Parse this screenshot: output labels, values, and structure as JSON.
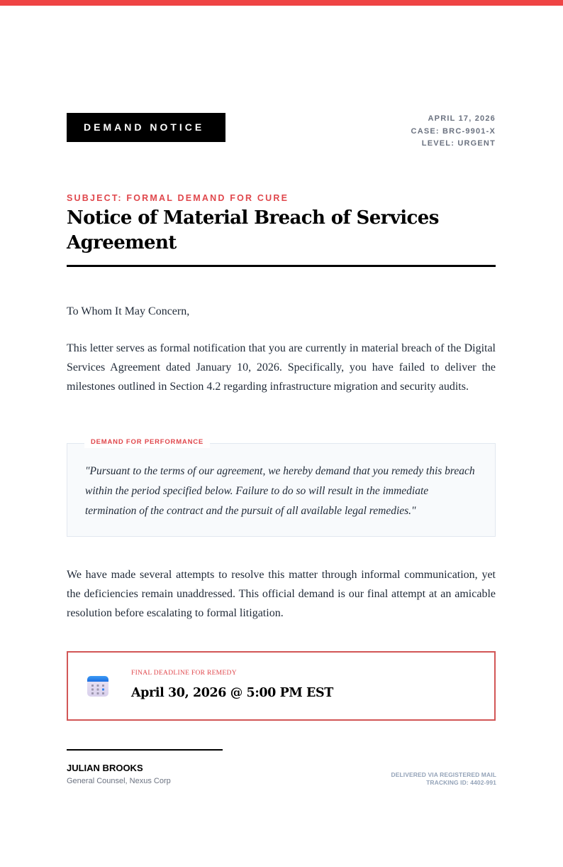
{
  "colors": {
    "accent": "#ef4444",
    "subject_red": "#e0474c",
    "deadline_border": "#d25656",
    "muted_text": "#6b7280",
    "box_bg": "#f8fafc"
  },
  "header": {
    "badge_label": "DEMAND NOTICE",
    "date": "APRIL 17, 2026",
    "case": "CASE: BRC-9901-X",
    "level": "LEVEL: URGENT"
  },
  "subject": {
    "kicker": "SUBJECT: FORMAL DEMAND FOR CURE",
    "title": "Notice of Material Breach of Services Agreement"
  },
  "body": {
    "salutation": "To Whom It May Concern,",
    "paragraph_1": "This letter serves as formal notification that you are currently in material breach of the Digital Services Agreement dated January 10, 2026. Specifically, you have failed to deliver the milestones outlined in Section 4.2 regarding infrastructure migration and security audits.",
    "demand_box": {
      "label": "DEMAND FOR PERFORMANCE",
      "quote": "\"Pursuant to the terms of our agreement, we hereby demand that you remedy this breach within the period specified below. Failure to do so will result in the immediate termination of the contract and the pursuit of all available legal remedies.\""
    },
    "paragraph_2": "We have made several attempts to resolve this matter through informal communication, yet the deficiencies remain unaddressed. This official demand is our final attempt at an amicable resolution before escalating to formal litigation."
  },
  "deadline": {
    "icon": "calendar-icon",
    "label": "FINAL DEADLINE FOR REMEDY",
    "value": "April 30, 2026 @ 5:00 PM EST"
  },
  "signature": {
    "name": "JULIAN BROOKS",
    "title": "General Counsel, Nexus Corp"
  },
  "delivery": {
    "method": "DELIVERED VIA REGISTERED MAIL",
    "tracking": "TRACKING ID: 4402-991"
  }
}
